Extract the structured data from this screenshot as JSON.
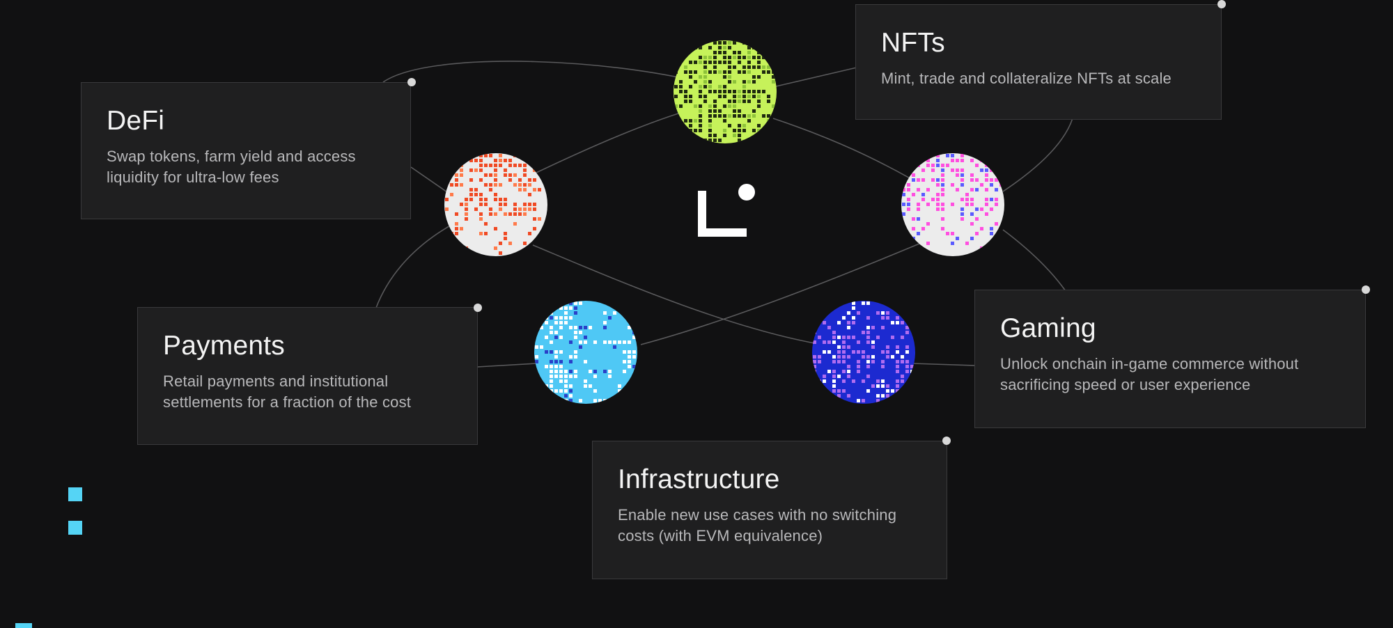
{
  "cards": {
    "defi": {
      "title": "DeFi",
      "description": "Swap tokens, farm yield and access liquidity for ultra-low fees"
    },
    "nfts": {
      "title": "NFTs",
      "description": "Mint, trade and collateralize NFTs at scale"
    },
    "payments": {
      "title": "Payments",
      "description": "Retail payments and institutional settlements for a fraction of the cost"
    },
    "gaming": {
      "title": "Gaming",
      "description": "Unlock onchain in-game commerce without sacrificing speed or user experience"
    },
    "infrastructure": {
      "title": "Infrastructure",
      "description": "Enable new use cases with no switching costs (with EVM equivalence)"
    }
  },
  "orbs": {
    "nfts": {
      "icon": "pixel-orb-green",
      "base": "#c6f25a",
      "pixel": "#1f2a10",
      "accent": "#8ec33a"
    },
    "defi": {
      "icon": "pixel-orb-orange",
      "base": "#ececec",
      "pixel": "#f04a24",
      "accent": "#ff7a4a"
    },
    "gaming_top": {
      "icon": "pixel-orb-magenta",
      "base": "#ececec",
      "pixel": "#ff4fe0",
      "accent": "#5a5aff"
    },
    "payments": {
      "icon": "pixel-orb-cyan",
      "base": "#4fc8f5",
      "pixel": "#ffffff",
      "accent": "#2a40c8"
    },
    "infrastructure": {
      "icon": "pixel-orb-blue",
      "base": "#1c2ad0",
      "pixel": "#b06cf0",
      "accent": "#ffffff"
    }
  },
  "colors": {
    "background": "#111112",
    "card": "#1f1f20",
    "card_border": "#3a3a3c",
    "connector": "#5a5a5c",
    "accent_square": "#55d4f5"
  },
  "logo": {
    "icon": "linea-logo-icon"
  }
}
